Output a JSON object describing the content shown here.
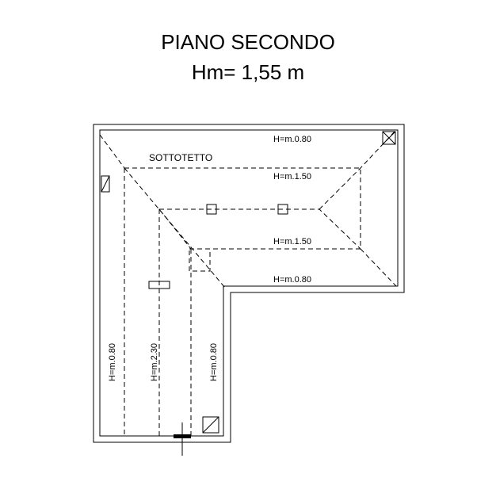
{
  "header": {
    "title": "PIANO SECONDO",
    "subtitle": "Hm= 1,55 m"
  },
  "plan": {
    "room_label": "SOTTOTETTO",
    "heights": {
      "top_edge": "H=m.0.80",
      "upper_ridge": "H=m.1.50",
      "lower_ridge": "H=m.1.50",
      "inner_edge": "H=m.0.80",
      "left_edge": "H=m.0.80",
      "center": "H=m.2.30",
      "right_edge": "H=m.0.80"
    }
  }
}
